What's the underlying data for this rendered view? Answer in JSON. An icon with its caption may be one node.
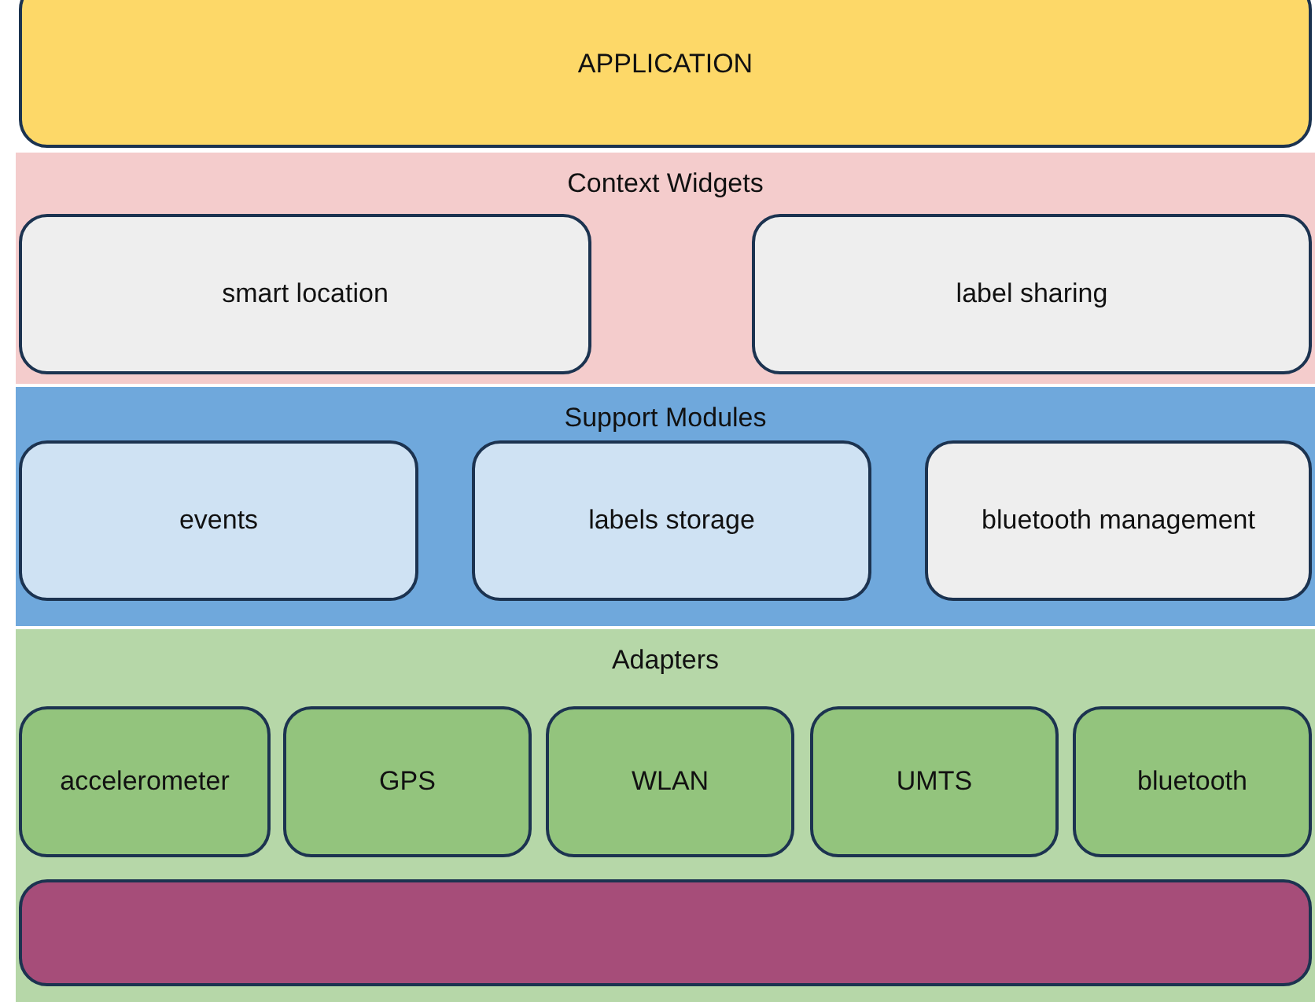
{
  "diagram": {
    "nodes": [
      {
        "text": [
          "APPLICATION"
        ]
      },
      {
        "text": [
          "Context Widgets"
        ]
      },
      {
        "text": [
          "smart location"
        ],
        "in": 1
      },
      {
        "text": [
          "label sharing"
        ],
        "in": 1
      },
      {
        "text": [
          "Support Modules"
        ]
      },
      {
        "text": [
          "events"
        ],
        "in": 4
      },
      {
        "text": [
          "labels storage"
        ],
        "in": 4
      },
      {
        "text": [
          "bluetooth management"
        ],
        "in": 4
      },
      {
        "text": [
          "Adapters"
        ]
      },
      {
        "text": [
          "accelerometer"
        ],
        "in": 8
      },
      {
        "text": [
          "GPS"
        ],
        "in": 8
      },
      {
        "text": [
          "WLAN"
        ],
        "in": 8
      },
      {
        "text": [
          "UMTS"
        ],
        "in": 8
      },
      {
        "text": [
          "bluetooth"
        ],
        "in": 8
      },
      {
        "text": [],
        "shape": "box",
        "in": 8
      }
    ]
  }
}
